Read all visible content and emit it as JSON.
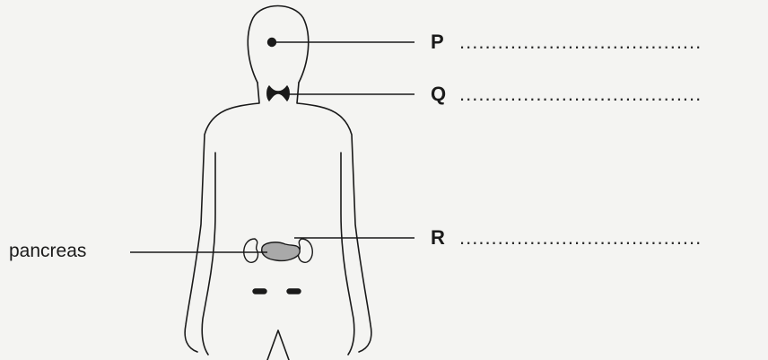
{
  "labels": {
    "p": {
      "letter": "P",
      "answer": "......................................"
    },
    "q": {
      "letter": "Q",
      "answer": "......................................"
    },
    "r": {
      "letter": "R",
      "answer": "......................................"
    },
    "pancreas": "pancreas"
  },
  "colors": {
    "outline": "#1a1a1a",
    "pancreas_fill": "#a9a9a9",
    "background": "#f4f4f2"
  }
}
